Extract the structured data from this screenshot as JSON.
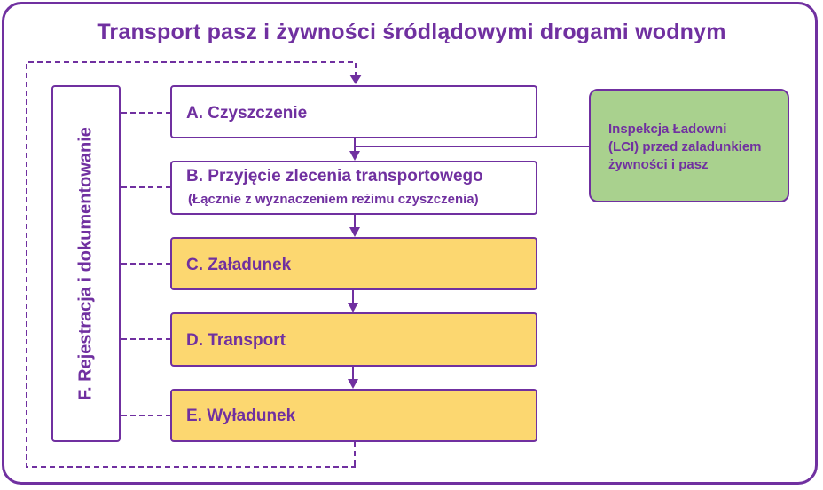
{
  "title": "Transport pasz i żywności śródlądowymi drogami wodnym",
  "side_box": {
    "label": "F. Rejestracja i dokumentowanie"
  },
  "steps": [
    {
      "label": "A. Czyszczenie"
    },
    {
      "label": "B. Przyjęcie zlecenia transportowego",
      "sublabel": "(Łącznie z wyznaczeniem reżimu czyszczenia)"
    },
    {
      "label": "C. Załadunek"
    },
    {
      "label": "D. Transport"
    },
    {
      "label": "E. Wyładunek"
    }
  ],
  "inspection_box": {
    "lines": [
      "Inspekcja Ładowni",
      "(LCI) przed zaladunkiem",
      "żywności i pasz"
    ]
  },
  "colors": {
    "accent": "#7030a0",
    "highlight_fill": "#fcd770",
    "inspection_fill": "#a9d18e"
  }
}
